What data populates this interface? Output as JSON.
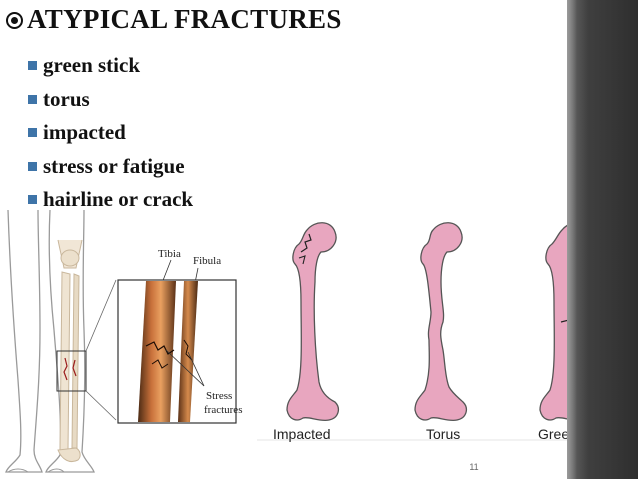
{
  "title": "ATYPICAL FRACTURES",
  "bullets": [
    "green stick",
    "torus",
    "impacted",
    "stress or fatigue",
    "hairline or crack"
  ],
  "inset": {
    "tibia_label": "Tibia",
    "fibula_label": "Fibula",
    "stress_label_1": "Stress",
    "stress_label_2": "fractures"
  },
  "bones": {
    "impacted_label": "Impacted",
    "torus_label": "Torus",
    "greenstick_label": "Greenstick"
  },
  "slide_number": "11",
  "colors": {
    "bullet_accent": "#3e74a8",
    "bone_fill": "#e8a6bf",
    "bone_stroke": "#555555"
  }
}
